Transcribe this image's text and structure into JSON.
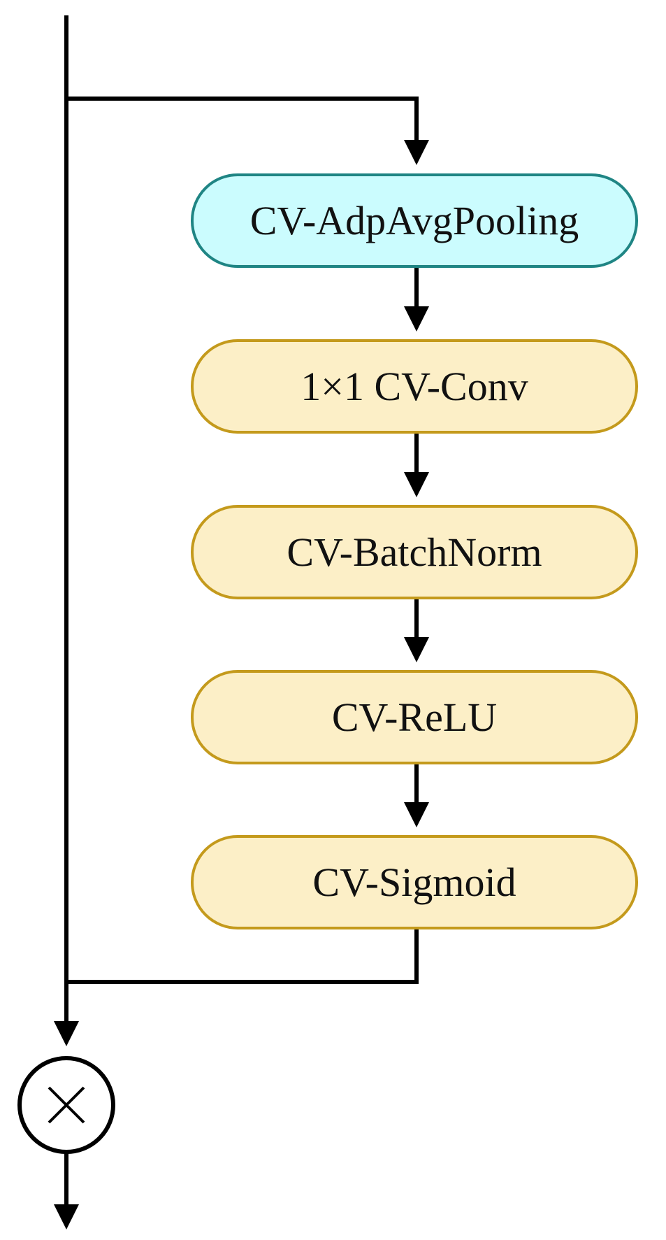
{
  "blocks": [
    {
      "label": "CV-AdpAvgPooling",
      "kind": "pooling",
      "color_fill": "#cbfcfe",
      "color_border": "#1f8584"
    },
    {
      "label": "1×1 CV-Conv",
      "kind": "layer",
      "color_fill": "#fcefc7",
      "color_border": "#c49a1c"
    },
    {
      "label": "CV-BatchNorm",
      "kind": "layer",
      "color_fill": "#fcefc7",
      "color_border": "#c49a1c"
    },
    {
      "label": "CV-ReLU",
      "kind": "layer",
      "color_fill": "#fcefc7",
      "color_border": "#c49a1c"
    },
    {
      "label": "CV-Sigmoid",
      "kind": "layer",
      "color_fill": "#fcefc7",
      "color_border": "#c49a1c"
    }
  ],
  "operator": {
    "symbol": "multiply-icon"
  },
  "colors": {
    "line": "#000000"
  }
}
